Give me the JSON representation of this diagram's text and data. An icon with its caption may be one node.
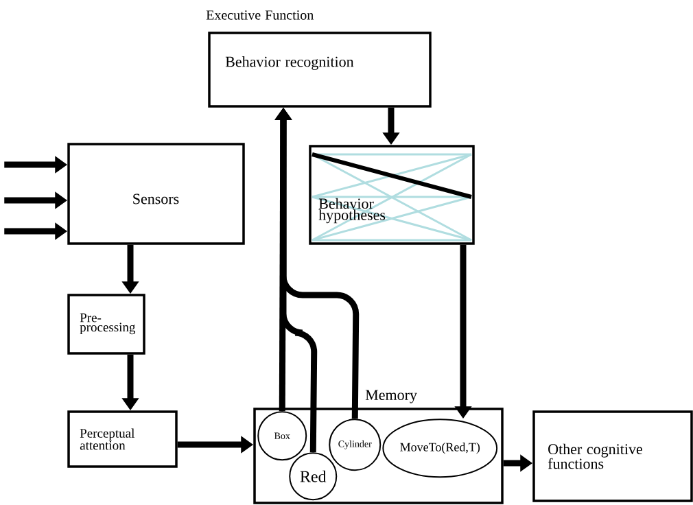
{
  "diagram": {
    "nodes": [
      {
        "text": [
          "Executive Function",
          "Behavior recognition"
        ]
      },
      {
        "text": [
          "Sensors"
        ]
      },
      {
        "text": [
          "Pre-processing"
        ]
      },
      {
        "text": [
          "Behavior hypotheses"
        ]
      },
      {
        "text": [
          "Perceptual attention"
        ]
      },
      {
        "text": [
          "Memory"
        ]
      },
      {
        "text": [
          "Box"
        ],
        "in": 5
      },
      {
        "text": [
          "Red"
        ],
        "in": 5
      },
      {
        "text": [
          "Cylinder"
        ],
        "in": 5
      },
      {
        "text": [
          "MoveTo(Red,T)"
        ],
        "in": 5
      },
      {
        "text": [
          "Other cognitive functions"
        ]
      }
    ],
    "edges": [
      {
        "from": null,
        "to": 1,
        "arrow": "to"
      },
      {
        "from": null,
        "to": 1,
        "arrow": "to"
      },
      {
        "from": null,
        "to": 1,
        "arrow": "to"
      },
      {
        "from": 1,
        "to": 2,
        "arrow": "to"
      },
      {
        "from": 2,
        "to": 4,
        "arrow": "to"
      },
      {
        "from": 4,
        "to": 5,
        "arrow": "to"
      },
      {
        "from": 5,
        "to": 10,
        "arrow": "to"
      },
      {
        "from": 0,
        "to": 3,
        "arrow": "to"
      },
      {
        "from": 3,
        "to": 9,
        "arrow": "to"
      },
      {
        "from": 6,
        "to": 0,
        "arrow": "to"
      },
      {
        "from": 7,
        "to": 0,
        "arrow": "to"
      },
      {
        "from": 8,
        "to": 0,
        "arrow": "to"
      }
    ]
  }
}
